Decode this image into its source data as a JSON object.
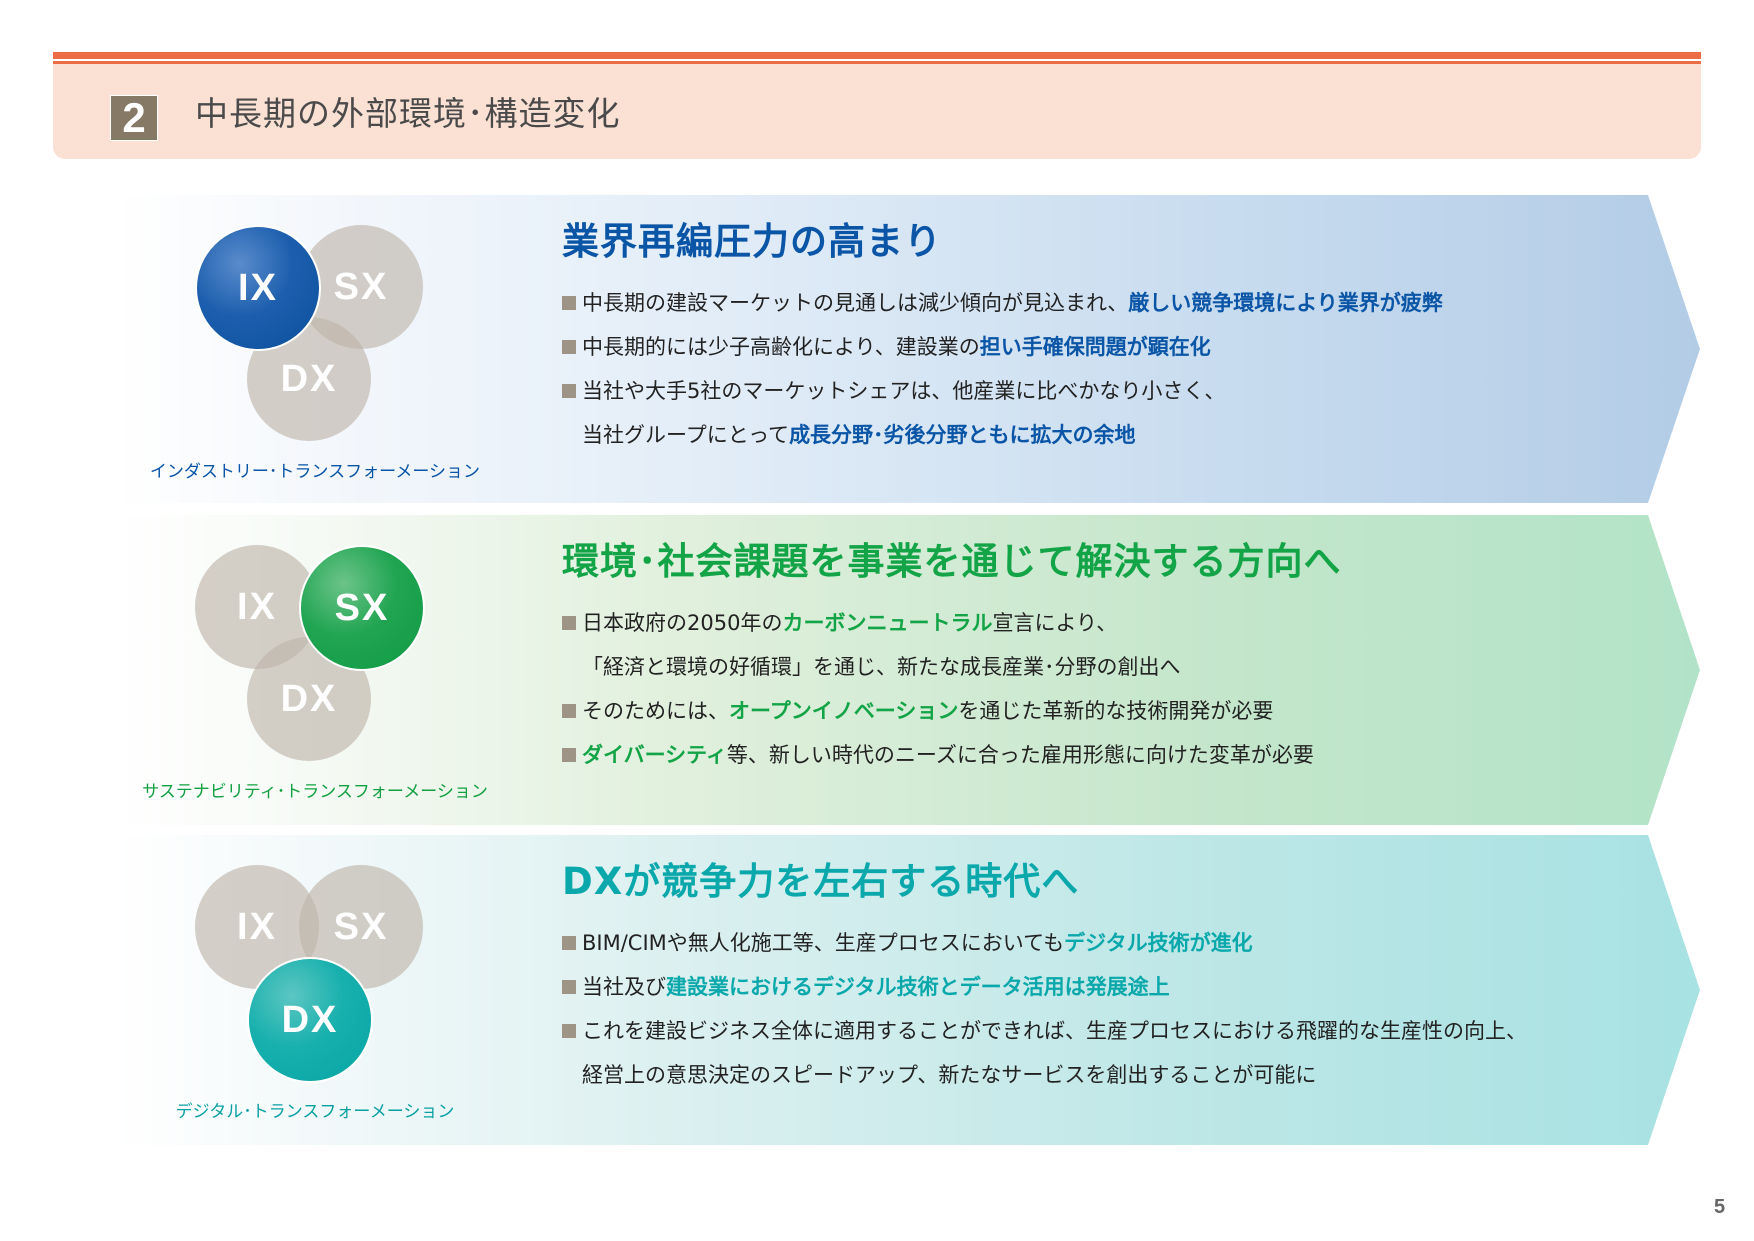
{
  "header": {
    "section_number": "2",
    "title": "中長期の外部環境･構造変化",
    "accent_color": "#ec6d45",
    "band_color": "#fbe1d4"
  },
  "panels": [
    {
      "key": "IX",
      "color": "#0a55a6",
      "venn": {
        "ix": "IX",
        "sx": "SX",
        "dx": "DX",
        "active": "IX"
      },
      "caption": "インダストリー･トランスフォーメーション",
      "heading": "業界再編圧力の高まり",
      "lines": [
        {
          "bullet": true,
          "parts": [
            {
              "t": "中長期の建設マーケットの見通しは減少傾向が見込まれ、",
              "hl": false
            },
            {
              "t": "厳しい競争環境により業界が疲弊",
              "hl": true
            }
          ]
        },
        {
          "bullet": true,
          "parts": [
            {
              "t": "中長期的には少子高齢化により、建設業の",
              "hl": false
            },
            {
              "t": "担い手確保問題が顕在化",
              "hl": true
            }
          ]
        },
        {
          "bullet": true,
          "parts": [
            {
              "t": "当社や大手5社のマーケットシェアは、他産業に比べかなり小さく、",
              "hl": false
            }
          ]
        },
        {
          "bullet": false,
          "parts": [
            {
              "t": "当社グループにとって",
              "hl": false
            },
            {
              "t": "成長分野･劣後分野ともに拡大の余地",
              "hl": true
            }
          ]
        }
      ]
    },
    {
      "key": "SX",
      "color": "#13a447",
      "venn": {
        "ix": "IX",
        "sx": "SX",
        "dx": "DX",
        "active": "SX"
      },
      "caption": "サステナビリティ･トランスフォーメーション",
      "heading": "環境･社会課題を事業を通じて解決する方向へ",
      "lines": [
        {
          "bullet": true,
          "parts": [
            {
              "t": "日本政府の2050年の",
              "hl": false
            },
            {
              "t": "カーボンニュートラル",
              "hl": true
            },
            {
              "t": "宣言により、",
              "hl": false
            }
          ]
        },
        {
          "bullet": false,
          "parts": [
            {
              "t": "「経済と環境の好循環」を通じ、新たな成長産業･分野の創出へ",
              "hl": false
            }
          ]
        },
        {
          "bullet": true,
          "parts": [
            {
              "t": "そのためには、",
              "hl": false
            },
            {
              "t": "オープンイノベーション",
              "hl": true
            },
            {
              "t": "を通じた革新的な技術開発が必要",
              "hl": false
            }
          ]
        },
        {
          "bullet": true,
          "parts": [
            {
              "t": "ダイバーシティ",
              "hl": true
            },
            {
              "t": "等、新しい時代のニーズに合った雇用形態に向けた変革が必要",
              "hl": false
            }
          ]
        }
      ]
    },
    {
      "key": "DX",
      "color": "#0aa8ab",
      "venn": {
        "ix": "IX",
        "sx": "SX",
        "dx": "DX",
        "active": "DX"
      },
      "caption": "デジタル･トランスフォーメーション",
      "heading": "DXが競争力を左右する時代へ",
      "lines": [
        {
          "bullet": true,
          "parts": [
            {
              "t": "BIM/CIMや無人化施工等、生産プロセスにおいても",
              "hl": false
            },
            {
              "t": "デジタル技術が進化",
              "hl": true
            }
          ]
        },
        {
          "bullet": true,
          "parts": [
            {
              "t": "当社及び",
              "hl": false
            },
            {
              "t": "建設業におけるデジタル技術とデータ活用は発展途上",
              "hl": true
            }
          ]
        },
        {
          "bullet": true,
          "parts": [
            {
              "t": "これを建設ビジネス全体に適用することができれば、生産プロセスにおける飛躍的な生産性の向上、",
              "hl": false
            }
          ]
        },
        {
          "bullet": false,
          "parts": [
            {
              "t": "経営上の意思決定のスピードアップ、新たなサービスを創出することが可能に",
              "hl": false
            }
          ]
        }
      ]
    }
  ],
  "footer": {
    "page_number": "5"
  }
}
